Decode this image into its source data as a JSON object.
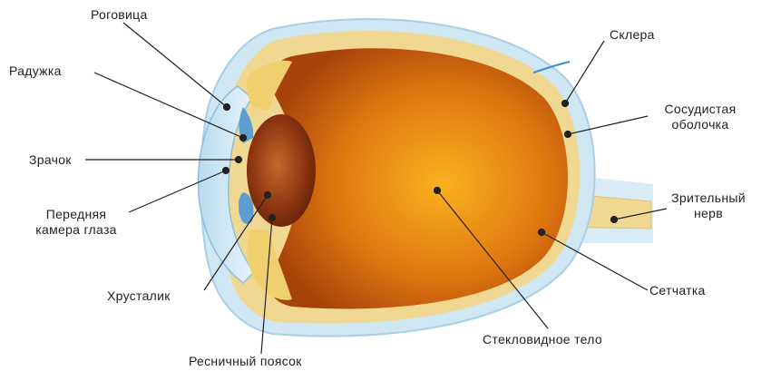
{
  "labels": {
    "cornea": "Роговица",
    "iris": "Радужка",
    "pupil": "Зрачок",
    "anterior_chamber": "Передняя камера глаза",
    "lens": "Хрусталик",
    "ciliary_zonule": "Ресничный поясок",
    "sclera": "Склера",
    "choroid": "Сосудистая оболочка",
    "optic_nerve": "Зрительный нерв",
    "retina": "Сетчатка",
    "vitreous_body": "Стекловидное тело"
  },
  "colors": {
    "vitreous_center": "#f9b21f",
    "vitreous_edge": "#a7420a",
    "lens_center": "#b2541e",
    "lens_edge": "#5a1e06",
    "sclera_blue": "#cfe6f3",
    "choroid_yellow": "#f1d892",
    "iris_blue": "#5b9ecf",
    "leader_line": "#222222"
  }
}
